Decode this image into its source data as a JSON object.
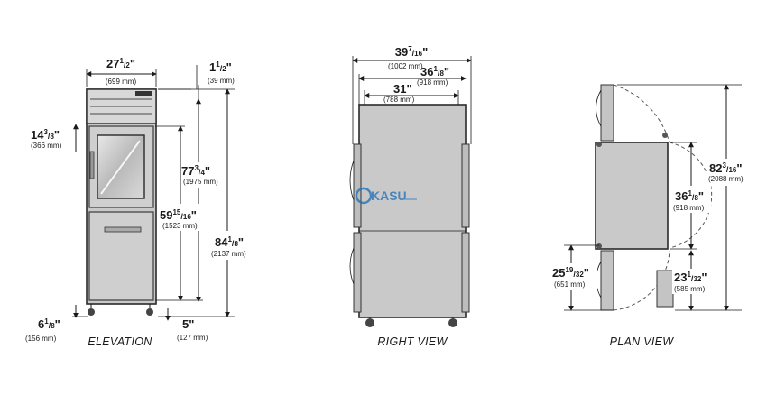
{
  "views": {
    "elevation": "ELEVATION",
    "right": "RIGHT VIEW",
    "plan": "PLAN VIEW"
  },
  "watermark": {
    "text": "KASU",
    "logo_icon": "kasu-logo-icon"
  },
  "elevation": {
    "width": {
      "main": "27",
      "sup": "1",
      "sub": "2",
      "suffix": "\"",
      "mm": "(699 mm)"
    },
    "top_offset": {
      "main": "1",
      "sup": "1",
      "sub": "2",
      "suffix": "\"",
      "mm": "(39 mm)"
    },
    "door_top": {
      "main": "14",
      "sup": "3",
      "sub": "8",
      "suffix": "\"",
      "mm": "(366 mm)"
    },
    "height_mid": {
      "main": "77",
      "sup": "3",
      "sub": "4",
      "suffix": "\"",
      "mm": "(1975 mm)"
    },
    "door_height": {
      "main": "59",
      "sup": "15",
      "sub": "16",
      "suffix": "\"",
      "mm": "(1523 mm)"
    },
    "overall": {
      "main": "84",
      "sup": "1",
      "sub": "8",
      "suffix": "\"",
      "mm": "(2137 mm)"
    },
    "caster": {
      "main": "6",
      "sup": "1",
      "sub": "8",
      "suffix": "\"",
      "mm": "(156 mm)"
    },
    "floor": {
      "main": "5",
      "suffix": "\"",
      "mm": "(127 mm)"
    }
  },
  "right": {
    "overall_depth": {
      "main": "39",
      "sup": "7",
      "sub": "16",
      "suffix": "\"",
      "mm": "(1002 mm)"
    },
    "body_depth": {
      "main": "36",
      "sup": "1",
      "sub": "8",
      "suffix": "\"",
      "mm": "(918 mm)"
    },
    "cabinet_depth": {
      "main": "31",
      "suffix": "\"",
      "mm": "(788 mm)"
    }
  },
  "plan": {
    "overall": {
      "main": "82",
      "sup": "3",
      "sub": "16",
      "suffix": "\"",
      "mm": "(2088 mm)"
    },
    "depth": {
      "main": "36",
      "sup": "1",
      "sub": "8",
      "suffix": "\"",
      "mm": "(918 mm)"
    },
    "door_swing": {
      "main": "25",
      "sup": "19",
      "sub": "32",
      "suffix": "\"",
      "mm": "(651 mm)"
    },
    "door_swing_half": {
      "main": "23",
      "sup": "1",
      "sub": "32",
      "suffix": "\"",
      "mm": "(585 mm)"
    }
  }
}
